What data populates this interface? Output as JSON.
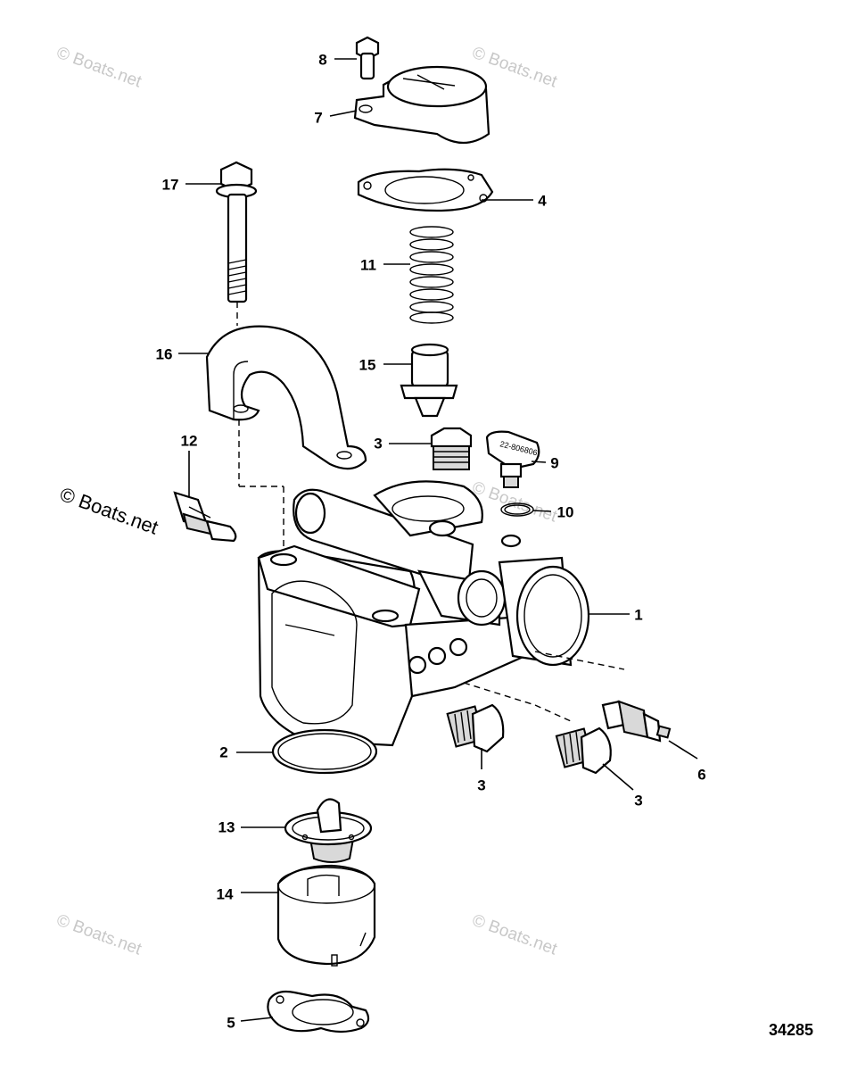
{
  "diagram": {
    "figure_number": "34285",
    "watermark": "© Boats.net",
    "callouts": {
      "c1": "1",
      "c2": "2",
      "c3a": "3",
      "c3b": "3",
      "c3c": "3",
      "c4": "4",
      "c5": "5",
      "c6": "6",
      "c7": "7",
      "c8": "8",
      "c9": "9",
      "c10": "10",
      "c11": "11",
      "c12": "12",
      "c13": "13",
      "c14": "14",
      "c15": "15",
      "c16": "16",
      "c17": "17"
    },
    "marking_on_part_9": "22-806806"
  }
}
